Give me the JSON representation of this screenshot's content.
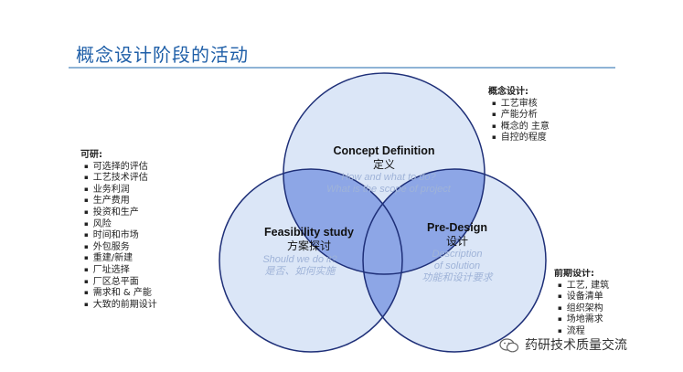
{
  "title": "概念设计阶段的活动",
  "circles": {
    "concept": {
      "en": "Concept Definition",
      "zh": "定义",
      "faded1": "How and what to do?",
      "faded2": "What is the scope of project"
    },
    "feasibility": {
      "en": "Feasibility study",
      "zh": "方案探讨",
      "faded1": "Should we do it?",
      "faded2": "是否、如何实施"
    },
    "predesign": {
      "en": "Pre-Design",
      "zh": "设计",
      "faded1": "Description",
      "faded2": "of solution",
      "faded3": "功能和设计要求"
    }
  },
  "left_list": {
    "heading": "可研:",
    "items": [
      "可选择的评估",
      "工艺技术评估",
      "业务利润",
      "生产费用",
      "投资和生产",
      "风险",
      "时间和市场",
      "外包服务",
      "重建/新建",
      "厂址选择",
      "厂区总平面",
      "需求和 & 产能",
      "大致的前期设计"
    ]
  },
  "top_right_list": {
    "heading": "概念设计:",
    "items": [
      "工艺审核",
      "产能分析",
      "概念的 主意",
      "自控的程度"
    ]
  },
  "bottom_right_list": {
    "heading": "前期设计:",
    "items": [
      "工艺, 建筑",
      "设备清单",
      "组织架构",
      "场地需求",
      "流程"
    ]
  },
  "footer": {
    "text": "药研技术质量交流",
    "icon": "wechat-icon"
  },
  "colors": {
    "title": "#1f5fa8",
    "circle_fill": "#dbe6f7",
    "circle_overlap": "#8da6e6",
    "circle_stroke": "#1e2f78"
  }
}
